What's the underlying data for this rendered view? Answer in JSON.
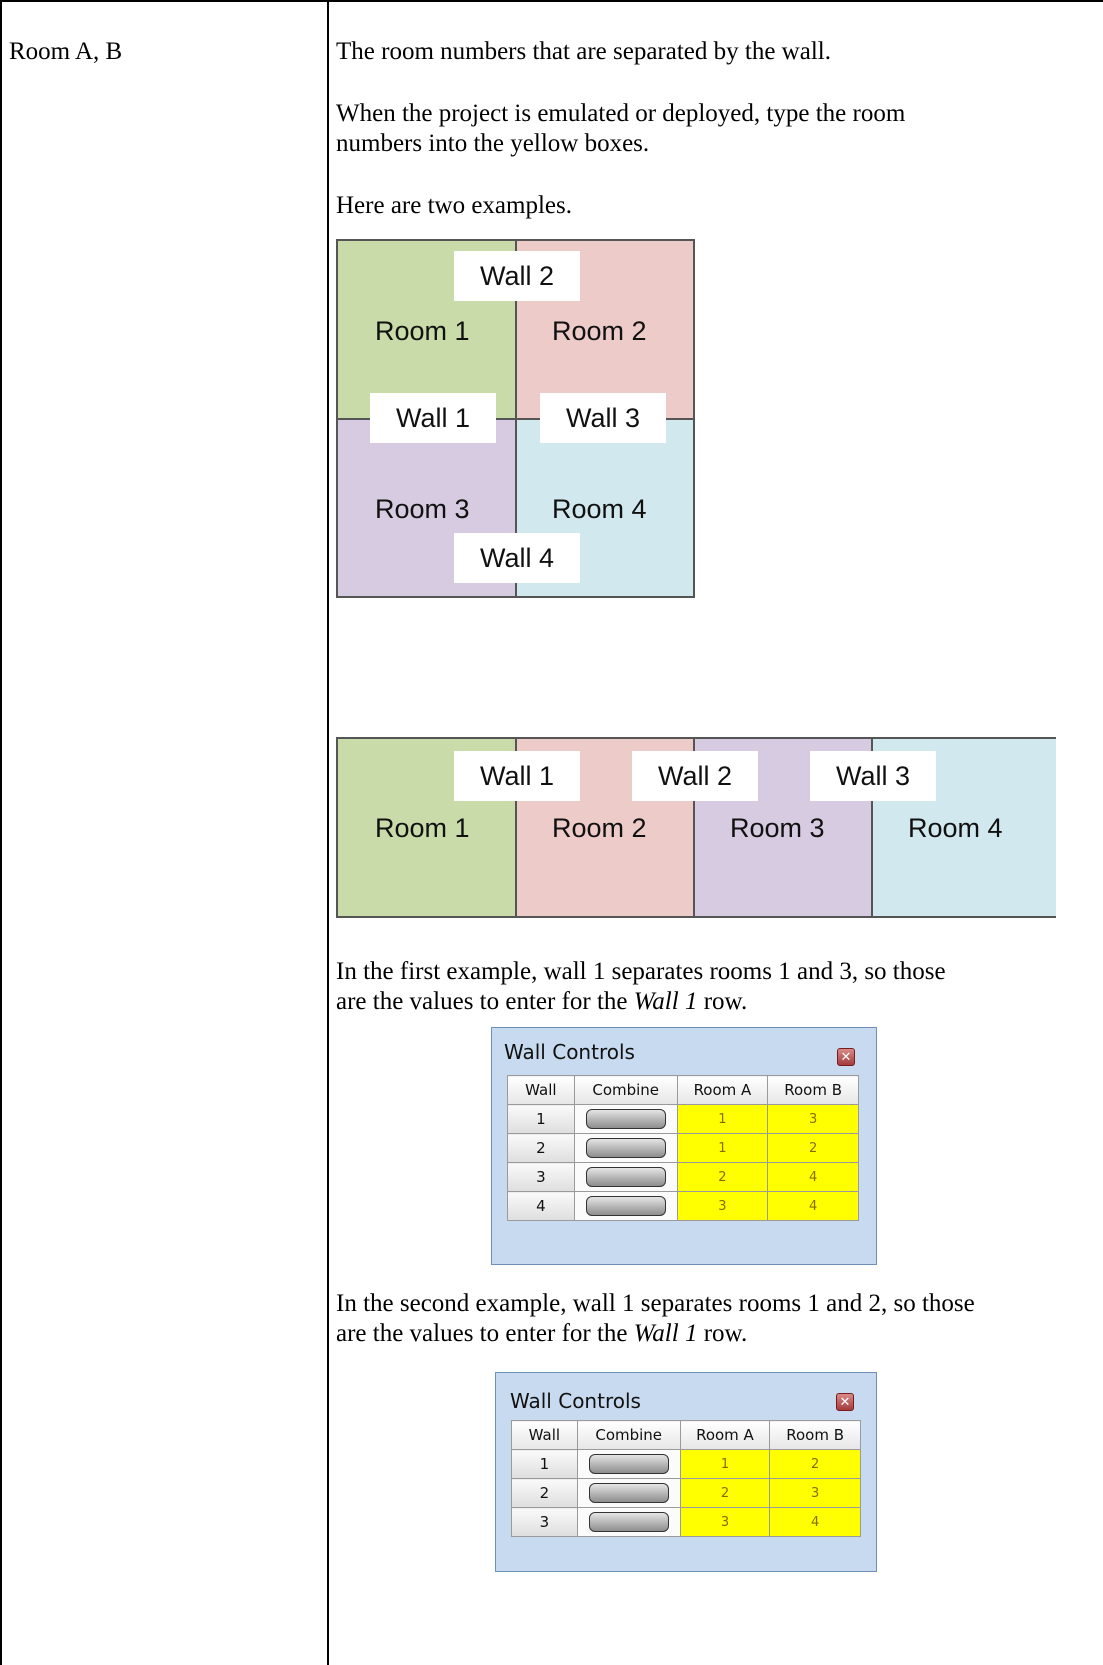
{
  "row_label": "Room A, B",
  "paragraphs": {
    "p1": "The room numbers that are separated by the wall.",
    "p2_line1": "When the project is emulated or deployed, type the room",
    "p2_line2": "numbers into the yellow boxes.",
    "p3": "Here are two examples.",
    "p4_line1": "In the first example, wall 1 separates rooms 1 and 3, so those",
    "p4_line2_pre": "are the values to enter for the ",
    "p4_line2_em": "Wall 1",
    "p4_line2_post": " row.",
    "p5_line1": "In the second example, wall 1 separates rooms 1 and 2, so those",
    "p5_line2_pre": "are the values to enter for the ",
    "p5_line2_em": "Wall 1",
    "p5_line2_post": " row."
  },
  "diagram1": {
    "rooms": [
      "Room 1",
      "Room 2",
      "Room 3",
      "Room 4"
    ],
    "walls": [
      "Wall 1",
      "Wall 2",
      "Wall 3",
      "Wall 4"
    ],
    "colors": {
      "room1": "#c9dba9",
      "room2": "#eccbc8",
      "room3": "#d6cbe0",
      "room4": "#d1e8ee"
    }
  },
  "diagram2": {
    "rooms": [
      "Room 1",
      "Room 2",
      "Room 3",
      "Room 4"
    ],
    "walls": [
      "Wall 1",
      "Wall 2",
      "Wall 3"
    ]
  },
  "panel1": {
    "title": "Wall Controls",
    "headers": [
      "Wall",
      "Combine",
      "Room A",
      "Room B"
    ],
    "rows": [
      [
        "1",
        "1",
        "3"
      ],
      [
        "2",
        "1",
        "2"
      ],
      [
        "3",
        "2",
        "4"
      ],
      [
        "4",
        "3",
        "4"
      ]
    ]
  },
  "panel2": {
    "title": "Wall Controls",
    "headers": [
      "Wall",
      "Combine",
      "Room A",
      "Room B"
    ],
    "rows": [
      [
        "1",
        "1",
        "2"
      ],
      [
        "2",
        "2",
        "3"
      ],
      [
        "3",
        "3",
        "4"
      ]
    ]
  }
}
